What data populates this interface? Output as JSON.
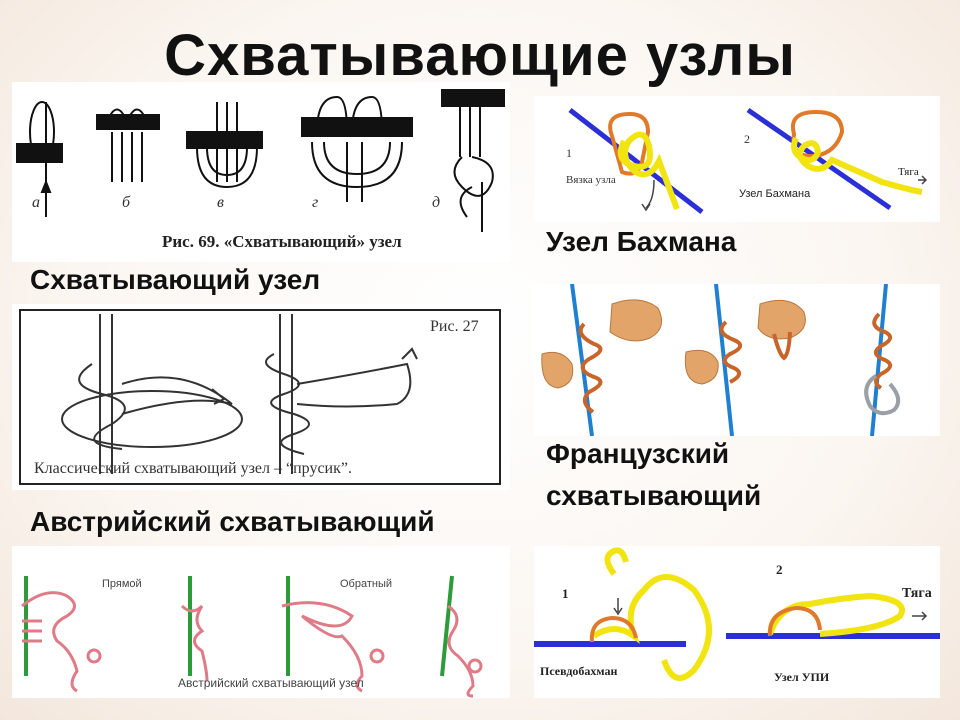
{
  "title": "Схватывающие узлы",
  "captions": {
    "grasping": "Схватывающий узел",
    "bachmann": "Узел Бахмана",
    "french_line1": "Французский",
    "french_line2": "схватывающий",
    "austrian": "Австрийский схватывающий"
  },
  "panel_fig69": {
    "letters": [
      "а",
      "б",
      "в",
      "г",
      "д"
    ],
    "caption": "Рис. 69. «Схватывающий» узел"
  },
  "panel_prusik": {
    "fig_no": "Рис. 27",
    "caption": "Классический схватывающий узел – “прусик”."
  },
  "panel_bachmann": {
    "step1_no": "1",
    "step1_label": "Вязка узла",
    "step2_no": "2",
    "step2_label": "Узел Бахмана",
    "pull_label": "Тяга"
  },
  "panel_austrian": {
    "label_straight": "Прямой",
    "label_reverse": "Обратный",
    "caption": "Австрийский схватывающий узел"
  },
  "panel_upi": {
    "step1_no": "1",
    "step1_label": "Псевдобахман",
    "step2_no": "2",
    "step2_label": "Узел УПИ",
    "pull_label": "Тяга"
  },
  "colors": {
    "rope_blue": "#2a2fd6",
    "cord_yellow": "#f2e411",
    "carabiner_orange": "#e07a2a",
    "austrian_green": "#2d9b3a",
    "austrian_cord": "#e07a86",
    "french_rope": "#1f7fd0",
    "french_cord": "#c8652a",
    "hand": "#e2a468"
  }
}
